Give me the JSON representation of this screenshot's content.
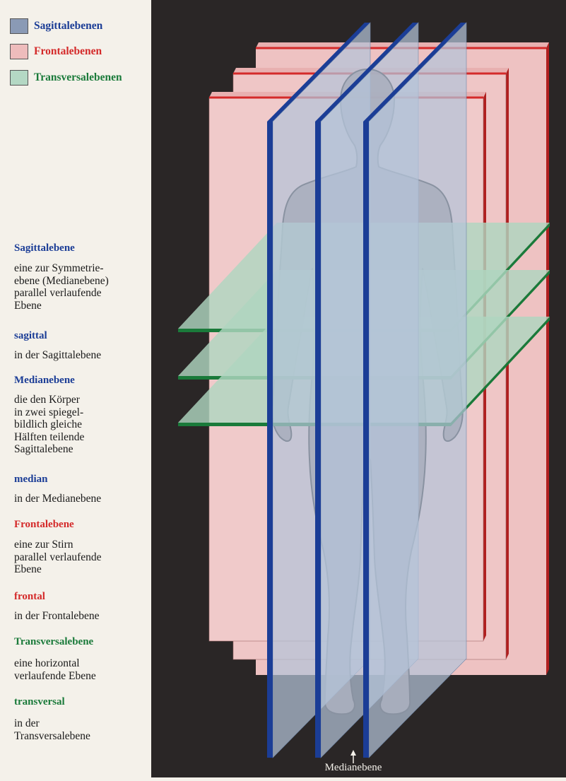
{
  "colors": {
    "sagittal": "#1b3d96",
    "frontal": "#d42a2a",
    "transversal": "#1a7a3a",
    "background": "#2a2626",
    "sagittal_plane_fill": "#b4c3d8",
    "frontal_plane_fill": "#eec2c2",
    "transversal_plane_fill": "#aed6c0",
    "body_fill": "#8a7878"
  },
  "legend": [
    {
      "label": "Sagittalebenen",
      "color": "#1b3d96",
      "swatch": "#8a9ab5"
    },
    {
      "label": "Frontalebenen",
      "color": "#d42a2a",
      "swatch": "#eebcbc"
    },
    {
      "label": "Transversalebenen",
      "color": "#1a7a3a",
      "swatch": "#b4d8c4"
    }
  ],
  "definitions": [
    {
      "term": "Sagittalebene",
      "color": "#1b3d96",
      "text": "eine zur Symmetrie-\nebene (Medianebene)\nparallel verlaufende\nEbene"
    },
    {
      "term": "sagittal",
      "color": "#1b3d96",
      "text": "in der Sagittalebene"
    },
    {
      "term": "Medianebene",
      "color": "#1b3d96",
      "text": "die den Körper\nin zwei spiegel-\nbildlich gleiche\nHälften teilende\nSagittalebene"
    },
    {
      "term": "median",
      "color": "#1b3d96",
      "text": "in der Medianebene"
    },
    {
      "term": "Frontalebene",
      "color": "#d42a2a",
      "text": "eine zur Stirn\nparallel verlaufende\nEbene"
    },
    {
      "term": "frontal",
      "color": "#d42a2a",
      "text": "in der Frontalebene"
    },
    {
      "term": "Transversalebene",
      "color": "#1a7a3a",
      "text": "eine horizontal\nverlaufende Ebene"
    },
    {
      "term": "transversal",
      "color": "#1a7a3a",
      "text": "in der\nTransversalebene"
    }
  ],
  "median_label": "Medianebene"
}
